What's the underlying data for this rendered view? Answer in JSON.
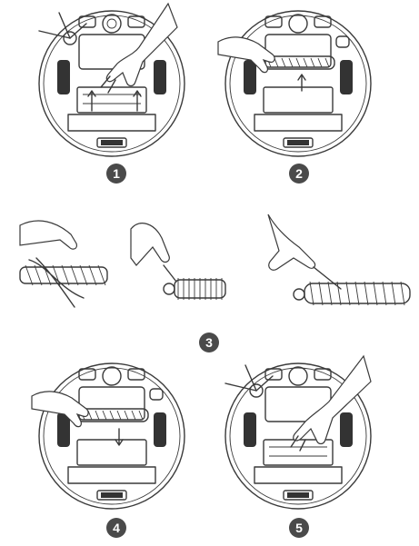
{
  "steps": [
    {
      "number": "1"
    },
    {
      "number": "2"
    },
    {
      "number": "3"
    },
    {
      "number": "4"
    },
    {
      "number": "5"
    }
  ]
}
